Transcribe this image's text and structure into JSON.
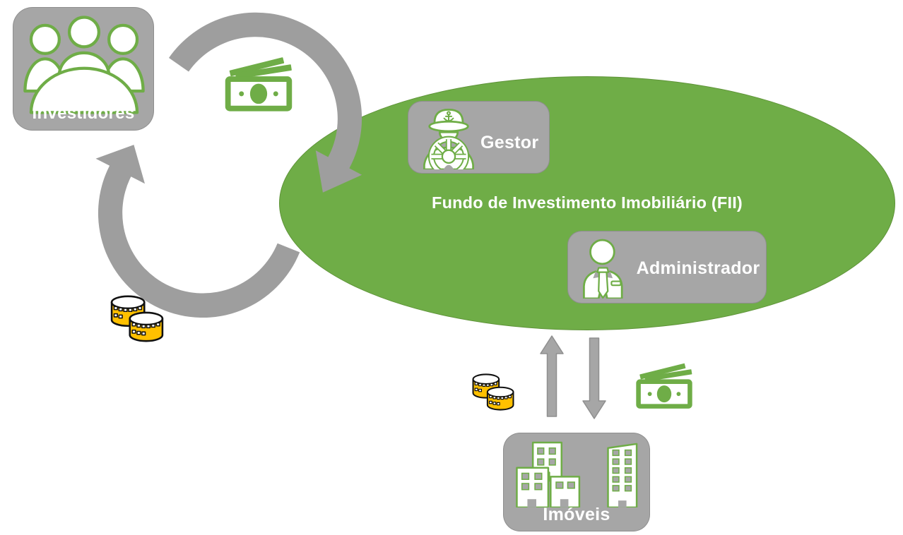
{
  "diagram": {
    "title": "Fundo de Investimento Imobiliário (FII)",
    "nodes": {
      "investidores": {
        "label": "Investidores",
        "icon": "people-group-icon"
      },
      "gestor": {
        "label": "Gestor",
        "icon": "captain-ship-wheel-icon"
      },
      "administrador": {
        "label": "Administrador",
        "icon": "businessman-suit-icon"
      },
      "imoveis": {
        "label": "Imóveis",
        "icon": "buildings-icon"
      }
    },
    "flow_icons": {
      "top": "money-bills-icon",
      "left": "coins-icon",
      "bottom_left_of_arrows": "coins-icon",
      "bottom_right_of_arrows": "money-bills-icon"
    },
    "colors": {
      "fund_green": "#6FAD47",
      "fund_border_green": "#5E9338",
      "node_gray": "#A6A6A6",
      "arrow_gray": "#9E9E9E",
      "straight_arrow_gray": "#A6A6A6",
      "coin_gold": "#FFC000",
      "coin_outline": "#111111",
      "icon_green": "#6FAD47",
      "text_white": "#FFFFFF",
      "background": "#FFFFFF"
    }
  }
}
